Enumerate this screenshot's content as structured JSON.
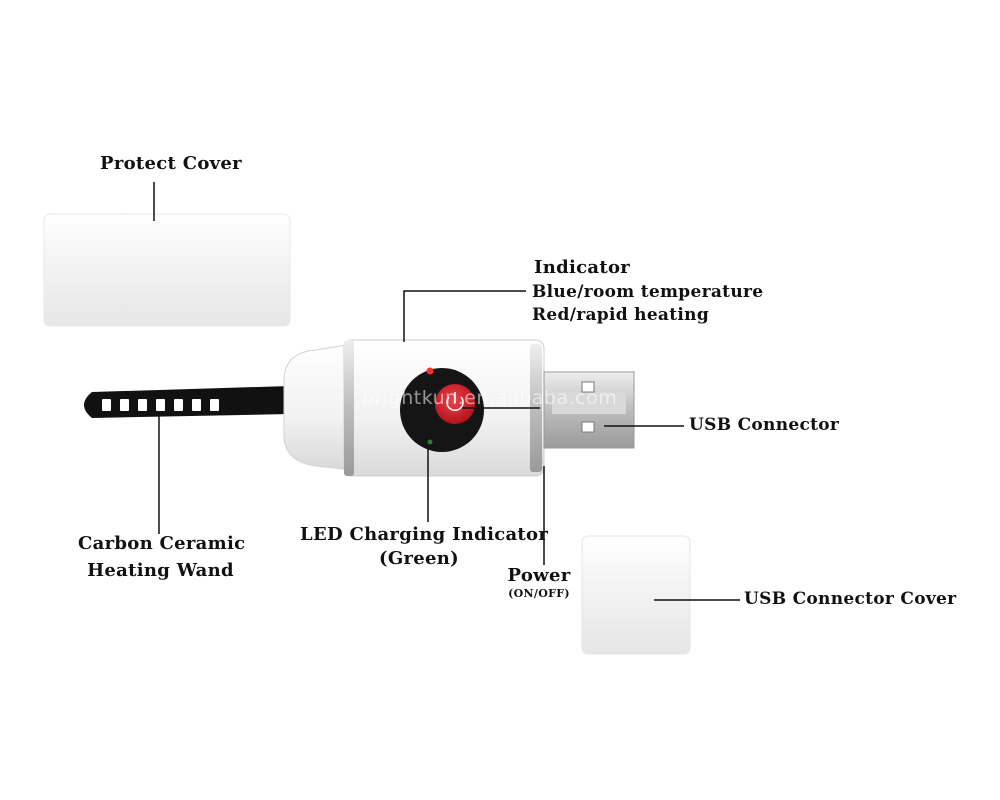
{
  "labels": {
    "protect_cover": "Protect Cover",
    "indicator_title": "Indicator",
    "indicator_blue": "Blue/room temperature",
    "indicator_red": "Red/rapid heating",
    "usb_connector": "USB Connector",
    "carbon_wand_line1": "Carbon Ceramic",
    "carbon_wand_line2": "Heating Wand",
    "led_charging_line1": "LED Charging Indicator",
    "led_charging_line2": "(Green)",
    "power": "Power",
    "power_sub": "(ON/OFF)",
    "usb_connector_cover": "USB Connector Cover"
  },
  "watermark": "brightkun.en.alibaba.com",
  "colors": {
    "line": "#111111",
    "body_white": "#f4f4f4",
    "button_black": "#151515",
    "button_red": "#d9232e",
    "usb_metal": "#c8c8c8"
  }
}
